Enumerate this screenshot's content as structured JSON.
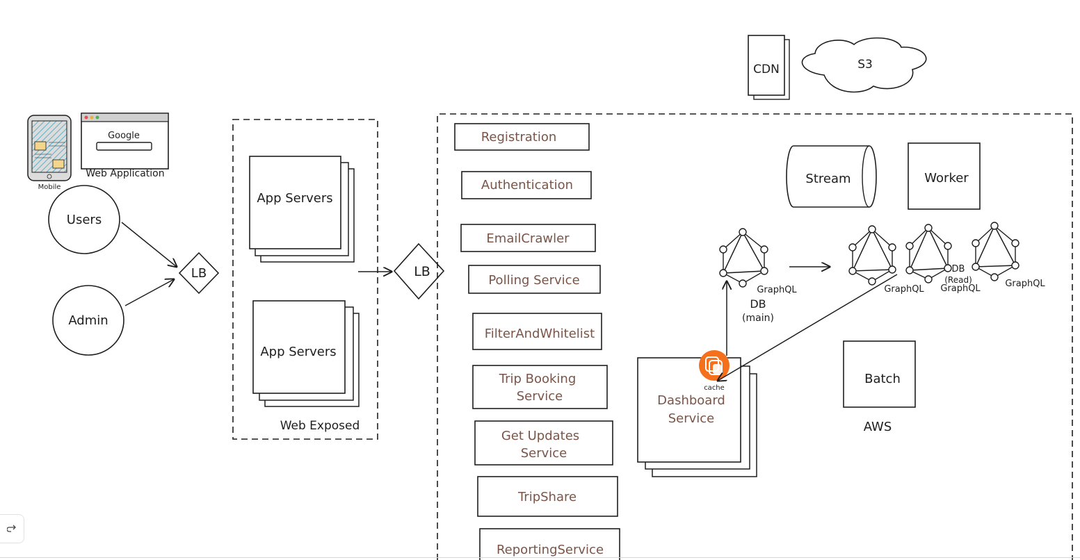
{
  "diagram": {
    "clients": {
      "mobile_label": "Mobile",
      "web_label": "Web Application",
      "web_logo": "Google",
      "users": "Users",
      "admin": "Admin"
    },
    "load_balancers": {
      "lb1": "LB",
      "lb2": "LB"
    },
    "web_tier": {
      "server_1": "App Servers",
      "server_2": "App Servers",
      "group_label": "Web Exposed"
    },
    "services": [
      {
        "label": "Registration"
      },
      {
        "label": "Authentication"
      },
      {
        "label": "EmailCrawler"
      },
      {
        "label": "Polling Service"
      },
      {
        "label": "FilterAndWhitelist"
      },
      {
        "label": "Trip Booking",
        "label2": "Service"
      },
      {
        "label": "Get Updates",
        "label2": "Service"
      },
      {
        "label": "TripShare"
      },
      {
        "label": "ReportingService"
      }
    ],
    "infra": {
      "cdn": "CDN",
      "s3": "S3",
      "stream": "Stream",
      "worker": "Worker",
      "batch": "Batch",
      "aws": "AWS",
      "cache": "cache",
      "dashboard_line1": "Dashboard",
      "dashboard_line2": "Service"
    },
    "databases": {
      "main_graphql": "GraphQL",
      "main_db": "DB",
      "main_db_sub": "(main)",
      "replica_graphql": "GraphQL",
      "read_db": "DB",
      "read_db_sub": "(Read)"
    }
  },
  "toolbar": {
    "redo_icon": "redo-icon"
  },
  "colors": {
    "service_text": "#7a5548",
    "stroke": "#1e1e1e",
    "cache_orange": "#f4701d"
  }
}
